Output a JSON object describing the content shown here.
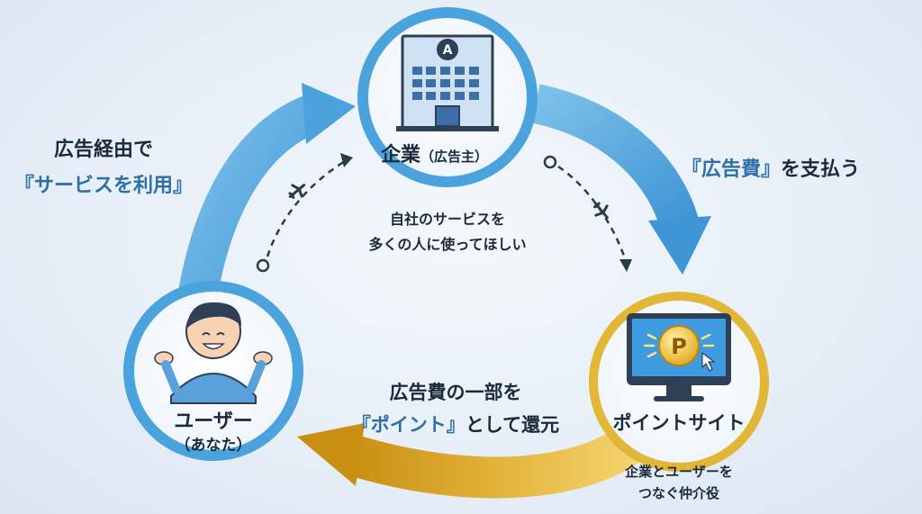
{
  "company": {
    "title": "企業",
    "sub": "（広告主）",
    "desc_line1": "自社のサービスを",
    "desc_line2": "多くの人に使ってほしい"
  },
  "user": {
    "title": "ユーザー",
    "sub": "（あなた）"
  },
  "point_site": {
    "title": "ポイントサイト",
    "desc_line1": "企業とユーザーを",
    "desc_line2": "つなぐ仲介役",
    "coin_letter": "P"
  },
  "left_text": {
    "line1": "広告経由で",
    "line2": "『サービスを利用』"
  },
  "right_text": {
    "quote": "『広告費』",
    "rest": "を支払う"
  },
  "bottom_text": {
    "line1": "広告費の一部を",
    "quote": "『ポイント』",
    "rest": "として還元"
  },
  "logo_letter": "A",
  "colors": {
    "blue": "#4aa3dc",
    "blue_dark": "#2f6fa8",
    "gold": "#d9a520",
    "navy": "#1b2a3a"
  },
  "icons": [
    "building-icon",
    "person-icon",
    "monitor-icon",
    "airplane-icon",
    "cursor-icon"
  ]
}
